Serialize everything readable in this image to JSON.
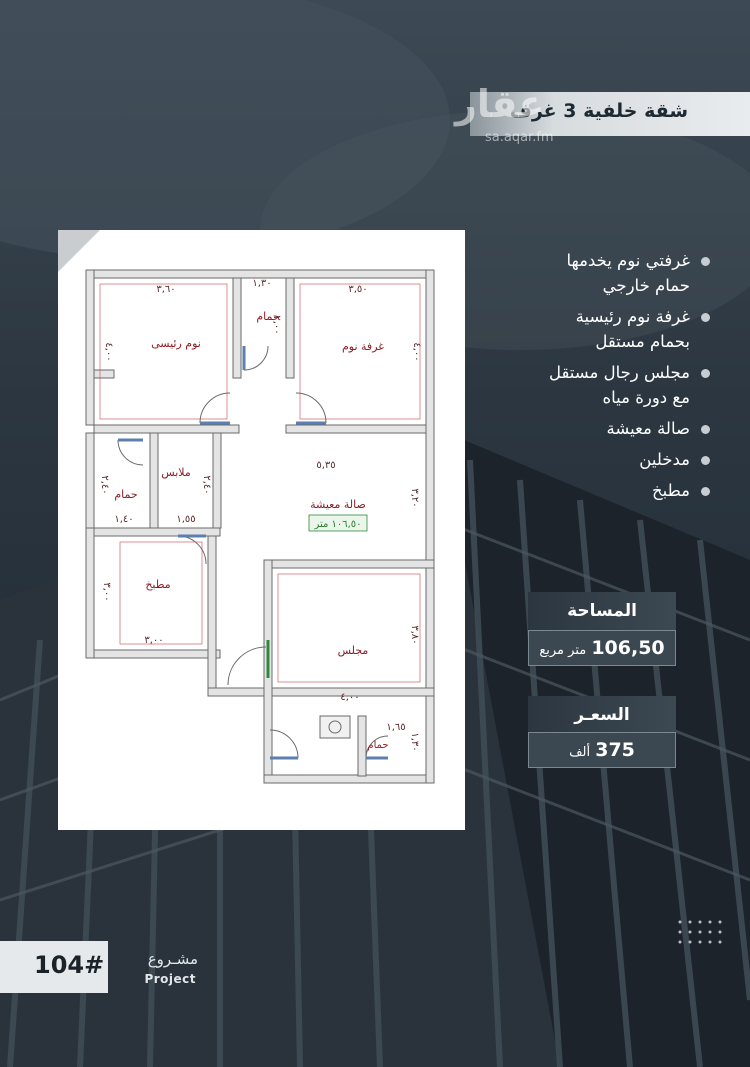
{
  "header": {
    "title": "شقة خلفية 3 غرف",
    "watermark_logo": "عقار",
    "watermark_site": "sa.aqar.fm"
  },
  "floor_plan": {
    "rooms": {
      "master_bedroom": "نوم رئيسى",
      "bathroom_top": "حمام",
      "bedroom": "غرفة نوم",
      "bathroom_left": "حمام",
      "dressing": "ملابس",
      "living_hall": "صالة معيشة",
      "living_area": "١٠٦,٥٠ متر",
      "kitchen": "مطبخ",
      "majlis": "مجلس",
      "bathroom_bottom": "حمام"
    },
    "dimensions": {
      "d1": "٣,٦٠",
      "d2": "١,٣٠",
      "d3": "٣,٥٠",
      "d4": "٤,٠٠",
      "d5": "٤,٠٠",
      "d6": "٢,٤٠",
      "d7": "٢,٤٠",
      "d8": "١,٤٠",
      "d9": "١,٥٥",
      "d10": "٥,٣٥",
      "d11": "٣,٢٠",
      "d12": "٣,٠٠",
      "d13": "٣,٠٠",
      "d14": "٣,٨٠",
      "d15": "٤,٠٠",
      "d16": "١,٦٥",
      "d17": "١,٣٠",
      "d18": "٢,٠٠"
    }
  },
  "features": [
    {
      "line1": "غرفتي نوم يخدمها",
      "line2": "حمام خارجي"
    },
    {
      "line1": "غرفة نوم رئيسية",
      "line2": "بحمام مستقل"
    },
    {
      "line1": "مجلس رجال مستقل",
      "line2": "مع دورة مياه"
    },
    {
      "line1": "صالة معيشة",
      "line2": ""
    },
    {
      "line1": "مدخلين",
      "line2": ""
    },
    {
      "line1": "مطبخ",
      "line2": ""
    }
  ],
  "area": {
    "label": "المساحة",
    "value": "106,50",
    "unit": "متر مربع"
  },
  "price": {
    "label": "السعـر",
    "value": "375",
    "unit": "ألف"
  },
  "project": {
    "number": "104#",
    "label_ar": "مشـروع",
    "label_en": "Project"
  },
  "colors": {
    "background": "#2c3741",
    "panel": "#3b4852",
    "wall": "#e3e3e3",
    "text_plan": "#8b1d25"
  }
}
